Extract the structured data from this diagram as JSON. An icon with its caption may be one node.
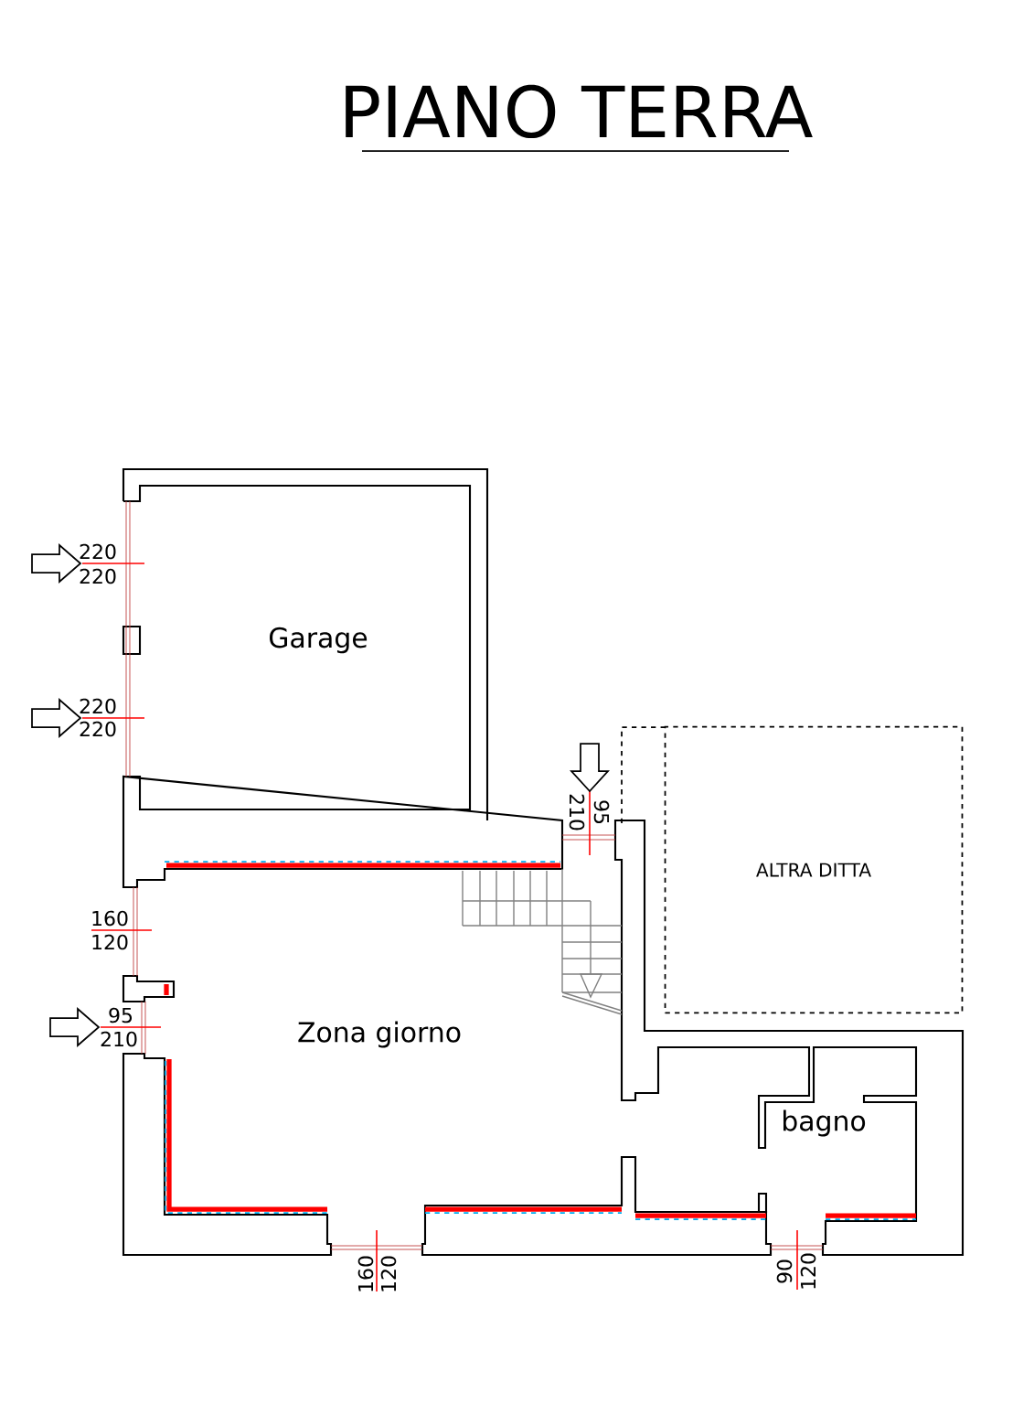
{
  "diagram": {
    "title": "PIANO TERRA",
    "nodes": [
      {
        "text": [
          "Garage"
        ]
      },
      {
        "text": [
          "ALTRA DITTA"
        ]
      },
      {
        "text": [
          "Zona giorno"
        ]
      },
      {
        "text": [
          "bagno"
        ]
      }
    ],
    "labels": [
      "220",
      "220",
      "220",
      "220",
      "210",
      "95",
      "160",
      "120",
      "95",
      "210",
      "160",
      "120",
      "90",
      "120"
    ]
  }
}
